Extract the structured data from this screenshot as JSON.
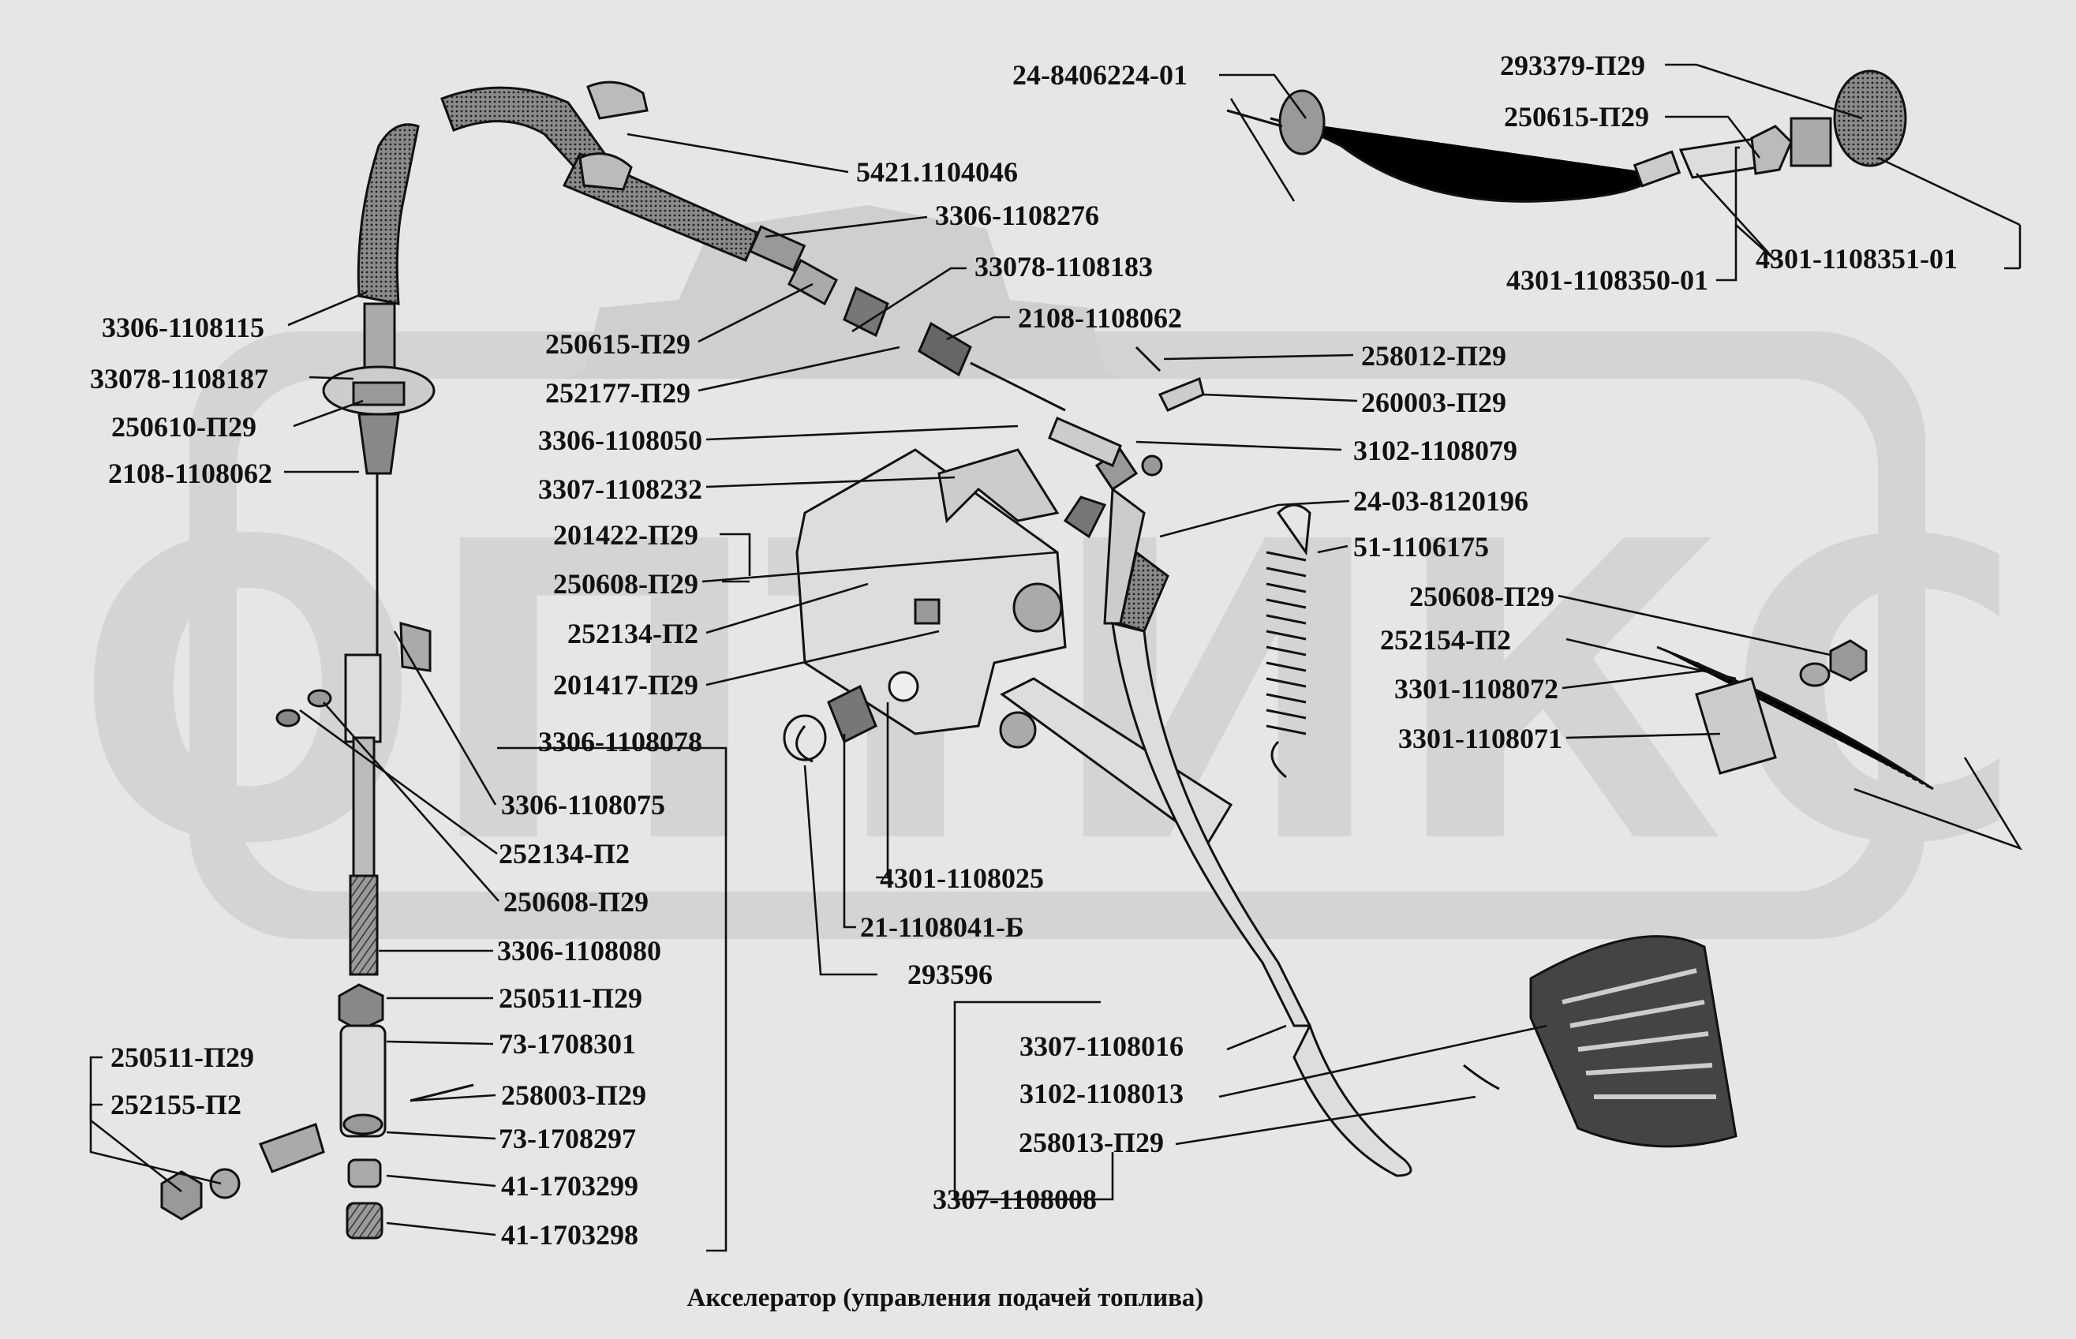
{
  "caption": "Акселератор (управления подачей топлива)",
  "watermark": "ОПТИКС",
  "labels": [
    {
      "id": "l01",
      "text": "5421.1104046"
    },
    {
      "id": "l02",
      "text": "3306-1108276"
    },
    {
      "id": "l03",
      "text": "33078-1108183"
    },
    {
      "id": "l04",
      "text": "2108-1108062"
    },
    {
      "id": "l05",
      "text": "3306-1108115"
    },
    {
      "id": "l06",
      "text": "33078-1108187"
    },
    {
      "id": "l07",
      "text": "250610-П29"
    },
    {
      "id": "l08",
      "text": "2108-1108062"
    },
    {
      "id": "l09",
      "text": "250615-П29"
    },
    {
      "id": "l10",
      "text": "252177-П29"
    },
    {
      "id": "l11",
      "text": "3306-1108050"
    },
    {
      "id": "l12",
      "text": "3307-1108232"
    },
    {
      "id": "l13",
      "text": "201422-П29"
    },
    {
      "id": "l14",
      "text": "250608-П29"
    },
    {
      "id": "l15",
      "text": "252134-П2"
    },
    {
      "id": "l16",
      "text": "201417-П29"
    },
    {
      "id": "l17",
      "text": "3306-1108078"
    },
    {
      "id": "l18",
      "text": "3306-1108075"
    },
    {
      "id": "l19",
      "text": "252134-П2"
    },
    {
      "id": "l20",
      "text": "250608-П29"
    },
    {
      "id": "l21",
      "text": "3306-1108080"
    },
    {
      "id": "l22",
      "text": "250511-П29"
    },
    {
      "id": "l23",
      "text": "73-1708301"
    },
    {
      "id": "l24",
      "text": "258003-П29"
    },
    {
      "id": "l25",
      "text": "73-1708297"
    },
    {
      "id": "l26",
      "text": "41-1703299"
    },
    {
      "id": "l27",
      "text": "41-1703298"
    },
    {
      "id": "l28",
      "text": "250511-П29"
    },
    {
      "id": "l29",
      "text": "252155-П2"
    },
    {
      "id": "l30",
      "text": "4301-1108025"
    },
    {
      "id": "l31",
      "text": "21-1108041-Б"
    },
    {
      "id": "l32",
      "text": "293596"
    },
    {
      "id": "l33",
      "text": "24-8406224-01"
    },
    {
      "id": "l34",
      "text": "293379-П29"
    },
    {
      "id": "l35",
      "text": "250615-П29"
    },
    {
      "id": "l36",
      "text": "4301-1108351-01"
    },
    {
      "id": "l37",
      "text": "4301-1108350-01"
    },
    {
      "id": "l38",
      "text": "258012-П29"
    },
    {
      "id": "l39",
      "text": "260003-П29"
    },
    {
      "id": "l40",
      "text": "3102-1108079"
    },
    {
      "id": "l41",
      "text": "24-03-8120196"
    },
    {
      "id": "l42",
      "text": "51-1106175"
    },
    {
      "id": "l43",
      "text": "250608-П29"
    },
    {
      "id": "l44",
      "text": "252154-П2"
    },
    {
      "id": "l45",
      "text": "3301-1108072"
    },
    {
      "id": "l46",
      "text": "3301-1108071"
    },
    {
      "id": "l47",
      "text": "3307-1108016"
    },
    {
      "id": "l48",
      "text": "3102-1108013"
    },
    {
      "id": "l49",
      "text": "258013-П29"
    },
    {
      "id": "l50",
      "text": "3307-1108008"
    }
  ]
}
